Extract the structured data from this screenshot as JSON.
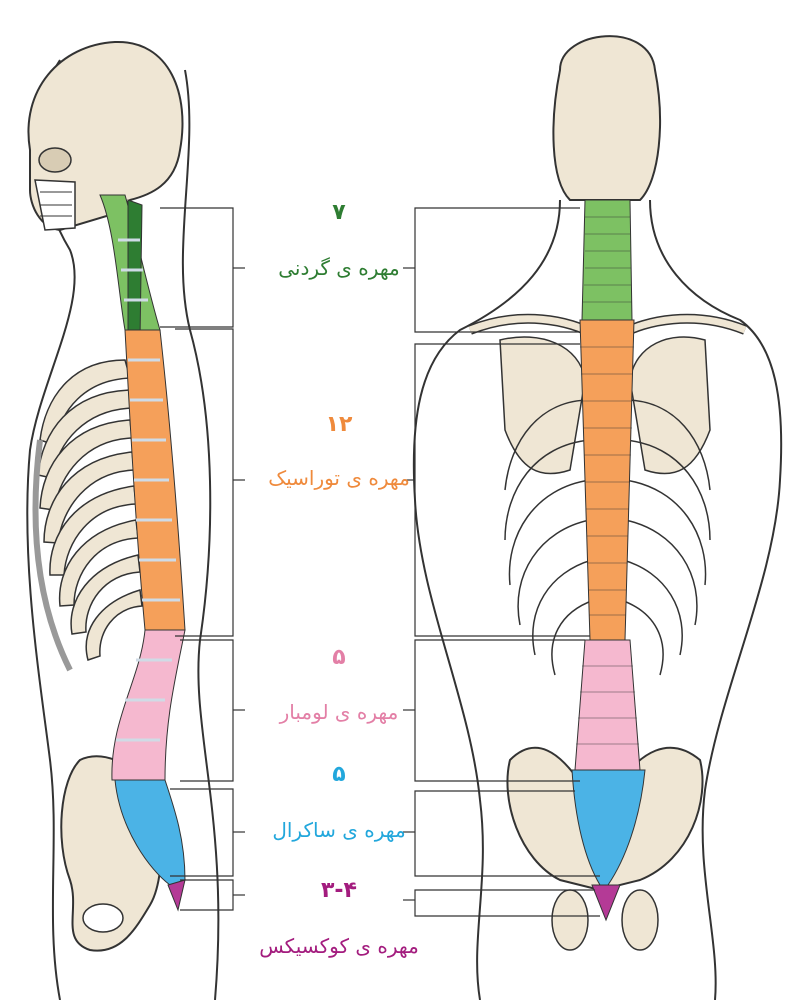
{
  "labels": {
    "cervical": {
      "count": "۷",
      "name": "مهره ی گردنی",
      "color": "#2e7d32"
    },
    "thoracic": {
      "count": "۱۲",
      "name": "مهره ی توراسیک",
      "color": "#ef8a3c"
    },
    "lumbar": {
      "count": "۵",
      "name": "مهره ی لومبار",
      "color": "#e37fa6"
    },
    "sacral": {
      "count": "۵",
      "name": "مهره ی ساکرال",
      "color": "#22a7dc"
    },
    "coccyx": {
      "count": "۳-۴",
      "name": "مهره ی کوکسیکس",
      "color": "#a31c7e"
    }
  },
  "colors": {
    "bone": "#efe6d4",
    "outline": "#333333",
    "cervical_fill": "#7dc163",
    "thoracic_fill": "#f5a05a",
    "lumbar_fill": "#f5b8cf",
    "sacral_fill": "#4bb3e6",
    "coccyx_fill": "#b43a96",
    "disc": "#cfdbe6"
  },
  "icons": [
    "side-view-skeleton-icon",
    "back-view-skeleton-icon"
  ]
}
